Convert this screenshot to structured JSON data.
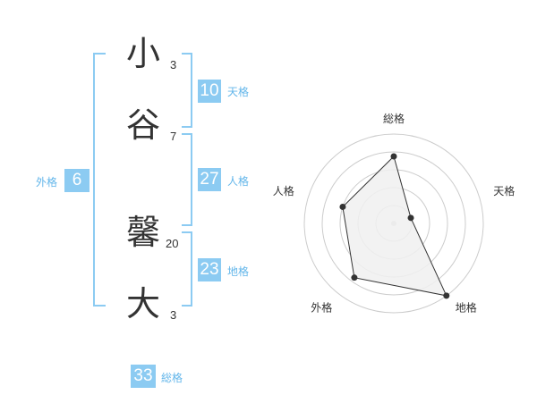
{
  "name": {
    "chars": [
      "小",
      "谷",
      "馨",
      "大"
    ],
    "strokes": [
      "3",
      "7",
      "20",
      "3"
    ]
  },
  "kakusu": {
    "tenkaku": {
      "value": "10",
      "label": "天格"
    },
    "jinkaku": {
      "value": "27",
      "label": "人格"
    },
    "chikaku": {
      "value": "23",
      "label": "地格"
    },
    "gaikaku": {
      "value": "6",
      "label": "外格"
    },
    "soukaku": {
      "value": "33",
      "label": "総格"
    }
  },
  "chart_data": {
    "type": "radar",
    "axes": [
      "総格",
      "天格",
      "地格",
      "外格",
      "人格"
    ],
    "values": [
      0.75,
      0.2,
      1.0,
      0.75,
      0.6
    ],
    "range": [
      0,
      1
    ],
    "rings": 5,
    "colors": {
      "fill": "#f0f0f0",
      "line": "#333333",
      "grid": "#cccccc",
      "point": "#333333"
    }
  },
  "colors": {
    "accent": "#8ccbf2",
    "label": "#63b6ea"
  }
}
